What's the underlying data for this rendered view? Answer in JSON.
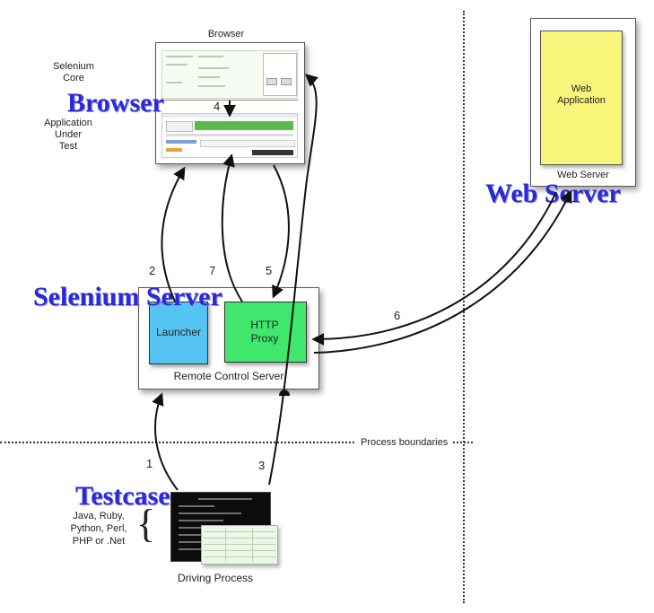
{
  "browser": {
    "caption": "Browser",
    "side_label_core": "Selenium\nCore",
    "side_label_aut": "Application\nUnder\nTest",
    "big_label": "Browser",
    "step_4": "4"
  },
  "web_server": {
    "app_label": "Web\nApplication",
    "caption": "Web Server",
    "big_label": "Web Server"
  },
  "selenium_server": {
    "big_label": "Selenium Server",
    "launcher_label": "Launcher",
    "proxy_label": "HTTP\nProxy",
    "caption": "Remote Control Server"
  },
  "steps": {
    "s1": "1",
    "s2": "2",
    "s3": "3",
    "s5": "5",
    "s6": "6",
    "s7": "7"
  },
  "boundaries_label": "Process boundaries",
  "testcase": {
    "big_label": "Testcase",
    "languages": "Java, Ruby,\nPython, Perl,\nPHP or .Net",
    "brace": "{",
    "caption": "Driving Process"
  },
  "colors": {
    "launcher": "#55c4f3",
    "proxy": "#3fe86d",
    "web_app": "#f7f57a",
    "label_blue": "#2a2ad8"
  }
}
